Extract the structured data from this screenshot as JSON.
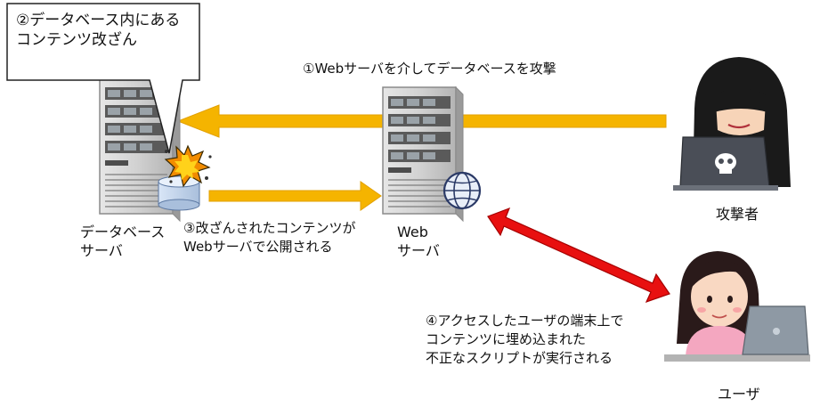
{
  "callout": {
    "lines": [
      "②データベース内にある",
      "コンテンツ改ざん"
    ]
  },
  "step1": {
    "text": "①Webサーバを介してデータベースを攻撃"
  },
  "step3": {
    "lines": [
      "③改ざんされたコンテンツが",
      "Webサーバで公開される"
    ]
  },
  "step4": {
    "lines": [
      "④アクセスしたユーザの端末上で",
      "コンテンツに埋め込まれた",
      "不正なスクリプトが実行される"
    ]
  },
  "nodes": {
    "db_server": {
      "lines": [
        "データベース",
        "サーバ"
      ]
    },
    "web_server": {
      "lines": [
        "Web",
        "サーバ"
      ]
    },
    "attacker": {
      "label": "攻撃者"
    },
    "user": {
      "label": "ユーザ"
    }
  },
  "colors": {
    "attack_arrow": "#f5b400",
    "exchange_arrow": "#e81010",
    "server_body": "#c9c9c9",
    "attacker_hood": "#1a1a1a",
    "user_hair": "#2a1a1a",
    "user_top": "#f4a7c0"
  },
  "icons": [
    "server-icon",
    "database-icon",
    "explosion-icon",
    "globe-icon",
    "skull-icon",
    "laptop-icon"
  ]
}
